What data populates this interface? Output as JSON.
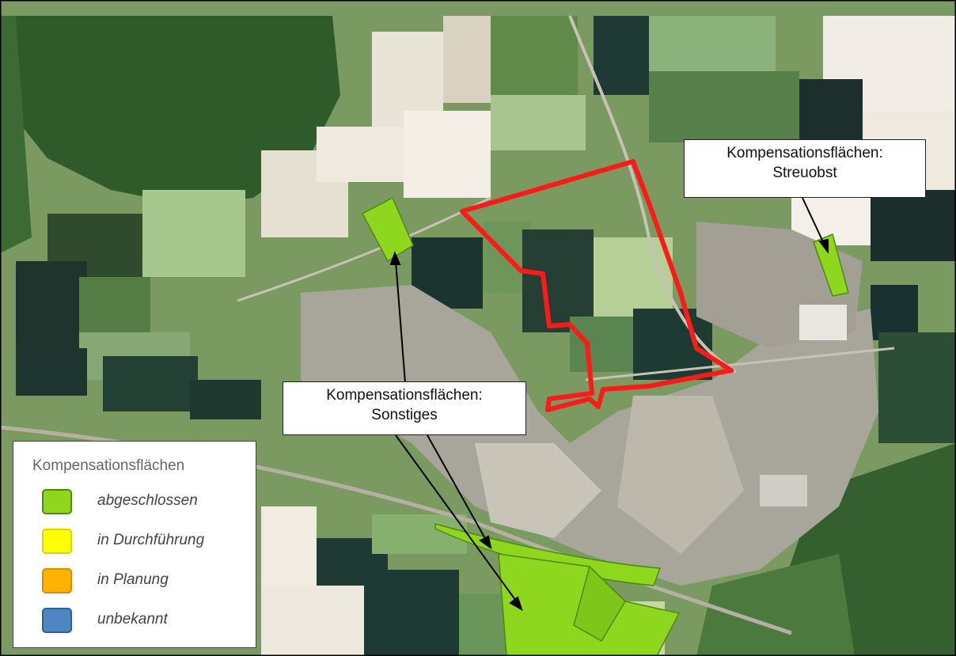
{
  "colors": {
    "boundary": "#ff1a1a",
    "abgeschlossen": "#8fd61e",
    "in_durchfuehrung": "#ffff00",
    "in_planung": "#ffb300",
    "unbekannt": "#4d86c2"
  },
  "callouts": {
    "streuobst": {
      "line1": "Kompensationsflächen:",
      "line2": "Streuobst"
    },
    "sonstiges": {
      "line1": "Kompensationsflächen:",
      "line2": "Sonstiges"
    }
  },
  "legend": {
    "title": "Kompensationsflächen",
    "items": [
      {
        "label": "abgeschlossen",
        "color": "#8fd61e"
      },
      {
        "label": "in Durchführung",
        "color": "#ffff00"
      },
      {
        "label": "in Planung",
        "color": "#ffb300"
      },
      {
        "label": "unbekannt",
        "color": "#4d86c2"
      }
    ]
  }
}
